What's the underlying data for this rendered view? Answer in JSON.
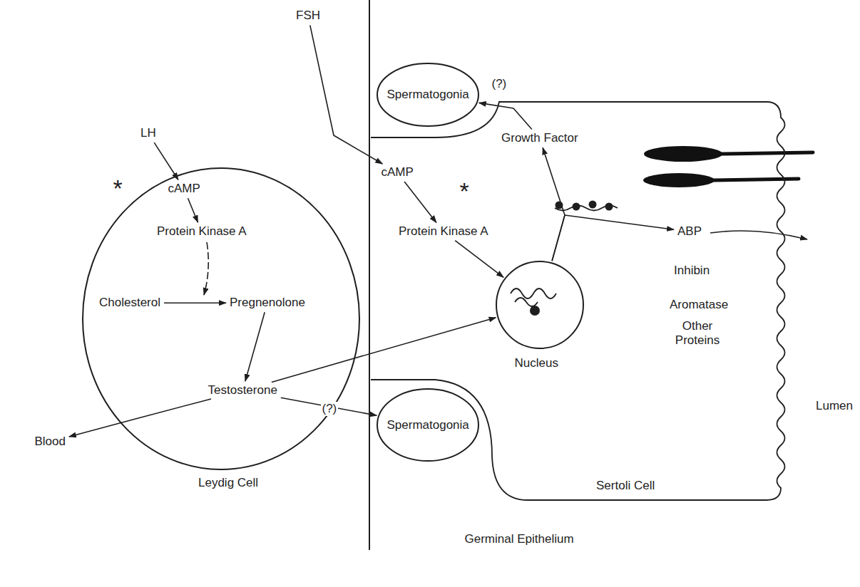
{
  "diagram": {
    "nodes": [
      {
        "text": [
          "FSH"
        ]
      },
      {
        "text": [
          "Spermatogonia"
        ]
      },
      {
        "text": [
          "LH"
        ]
      },
      {
        "text": [
          "Leydig Cell"
        ]
      },
      {
        "text": [
          "cAMP"
        ],
        "in": 3
      },
      {
        "text": [
          "Protein Kinase A"
        ],
        "in": 3
      },
      {
        "text": [
          "Cholesterol"
        ],
        "in": 3
      },
      {
        "text": [
          "Pregnenolone"
        ],
        "in": 3
      },
      {
        "text": [
          "Testosterone"
        ],
        "in": 3
      },
      {
        "text": [
          "Sertoli Cell"
        ]
      },
      {
        "text": [
          "Growth Factor"
        ],
        "in": 9
      },
      {
        "text": [
          "cAMP"
        ],
        "in": 9
      },
      {
        "text": [
          "Protein Kinase A"
        ],
        "in": 9
      },
      {
        "text": [
          "Nucleus"
        ],
        "in": 9
      },
      {
        "text": [
          "ABP"
        ],
        "in": 9
      },
      {
        "text": [
          "Blood"
        ]
      },
      {
        "text": [
          "Spermatogonia"
        ]
      }
    ],
    "edges": [
      {
        "from": 2,
        "to": 4,
        "arrow": "to"
      },
      {
        "from": 4,
        "to": 5,
        "arrow": "to"
      },
      {
        "from": 6,
        "to": 7,
        "arrow": "to"
      },
      {
        "from": 7,
        "to": 8,
        "arrow": "to"
      },
      {
        "from": 8,
        "to": 15,
        "arrow": "to"
      },
      {
        "from": 8,
        "to": 13,
        "arrow": "to"
      },
      {
        "from": 8,
        "to": 16,
        "label": "(?)",
        "arrow": "to"
      },
      {
        "from": 0,
        "to": 11,
        "arrow": "to"
      },
      {
        "from": 11,
        "to": 12,
        "arrow": "to"
      },
      {
        "from": 12,
        "to": 13,
        "arrow": "to"
      },
      {
        "from": 13,
        "to": 10,
        "arrow": "to"
      },
      {
        "from": 13,
        "to": 14,
        "arrow": "to"
      },
      {
        "from": 10,
        "to": 1,
        "label": "(?)",
        "arrow": "to"
      }
    ],
    "labels": [
      "*",
      "*",
      "Inhibin",
      "Aromatase",
      "Other Proteins",
      "Lumen",
      "Germinal Epithelium"
    ]
  }
}
